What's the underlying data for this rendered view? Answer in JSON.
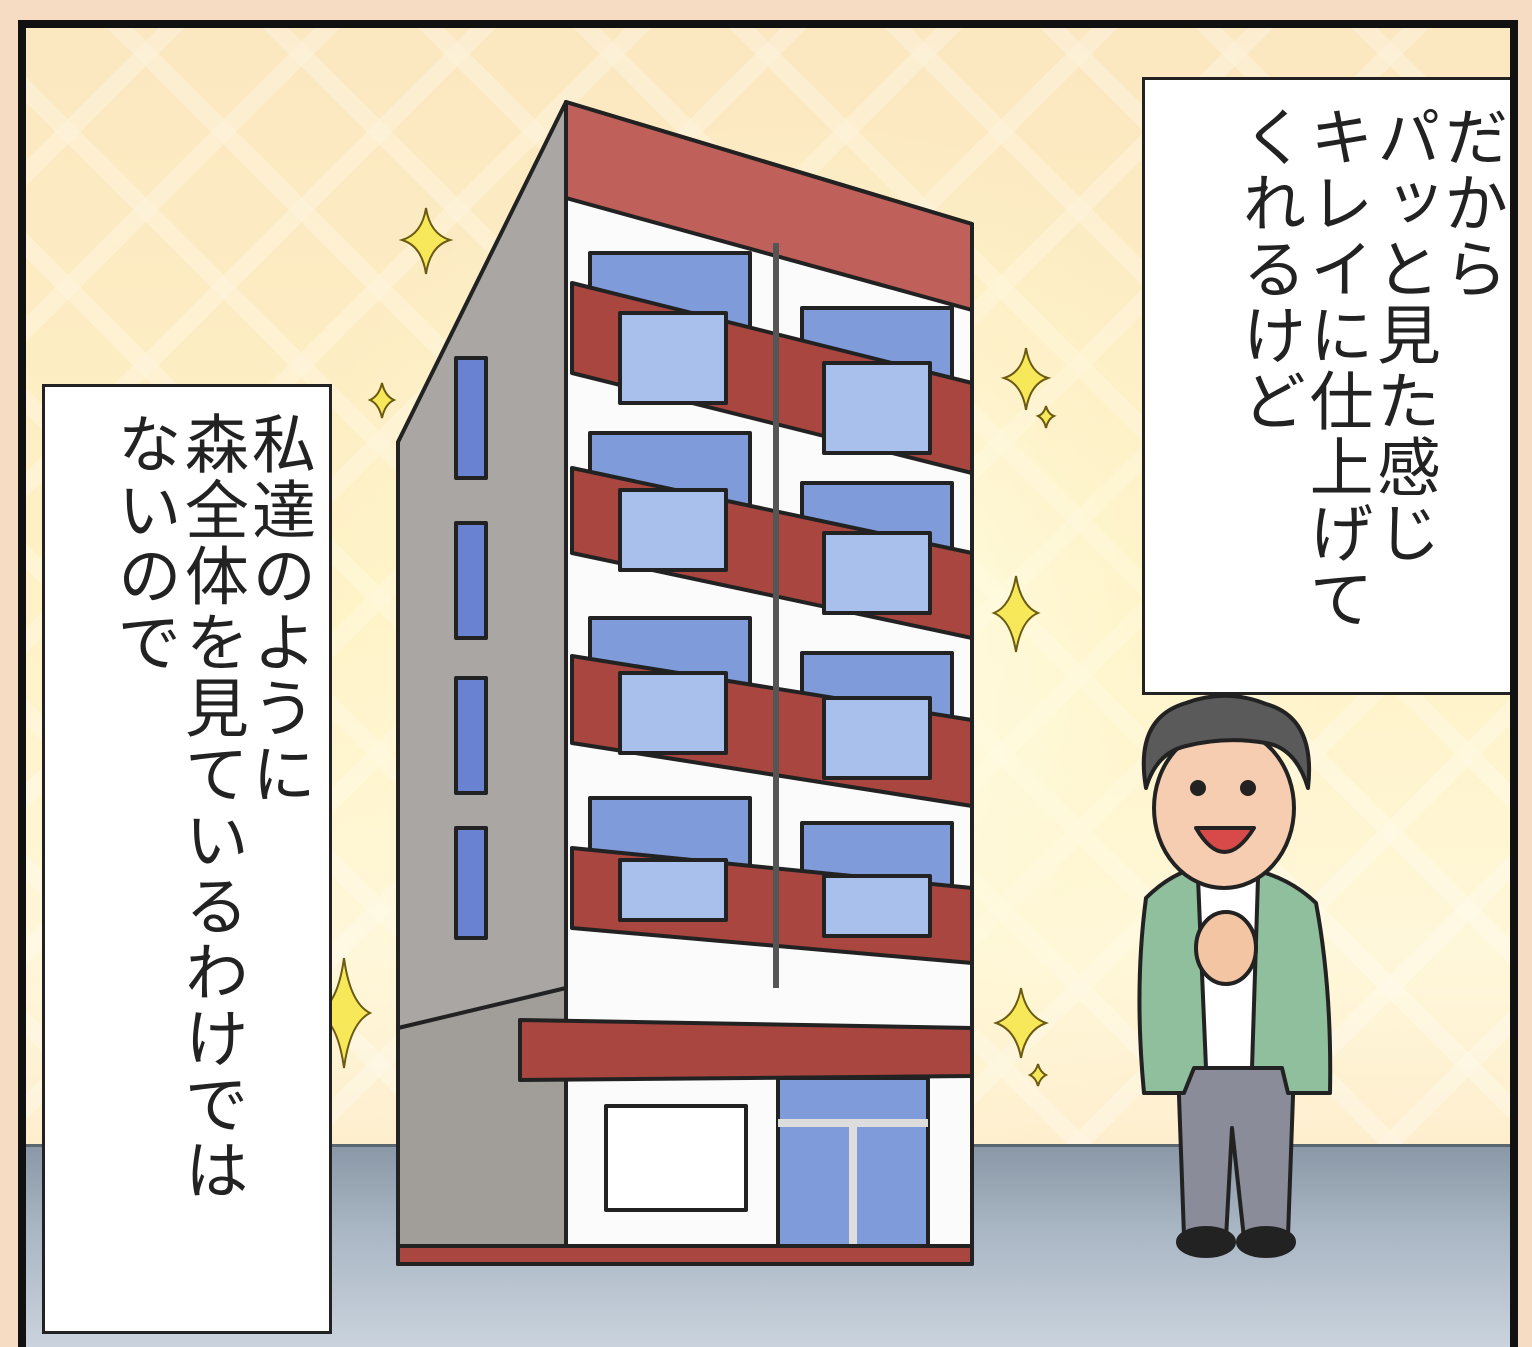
{
  "captions": {
    "top_right": {
      "lines": [
        "だから",
        "パッと見た感じ",
        "キレイに仕上げて",
        "くれるけど"
      ]
    },
    "left": {
      "lines": [
        "私達のように",
        "森全体を見ているわけでは",
        "ないので"
      ]
    }
  },
  "illustration": {
    "subject": "apartment-building",
    "character": "smiling-man",
    "sparkles": 8
  },
  "colors": {
    "brick": "#b04b43",
    "window": "#7f9bd9",
    "wall_side": "#a9a6a3",
    "sparkle": "#f7e85a",
    "jacket": "#8fbf9c"
  }
}
